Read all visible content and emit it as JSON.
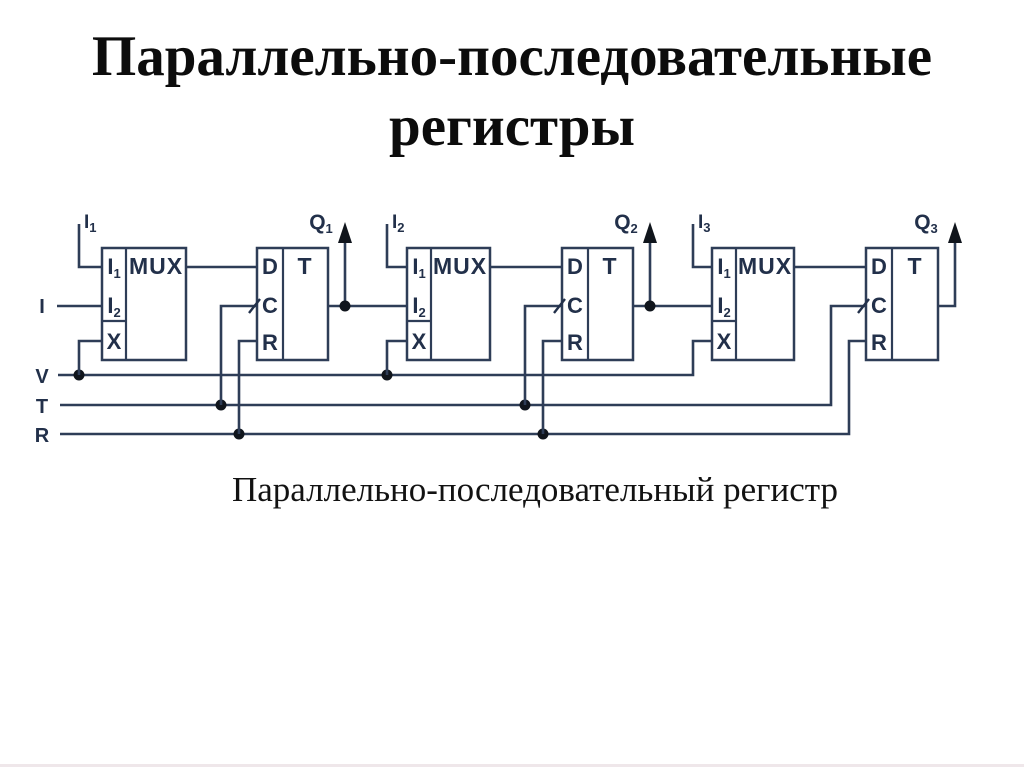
{
  "slide": {
    "title_line1": "Параллельно-последовательные",
    "title_line2": "регистры",
    "caption": "Параллельно-последовательный регистр"
  },
  "colors": {
    "background": "#ffffff",
    "wire": "#2e3d57",
    "block_border": "#2e3d57",
    "label_text": "#22304a",
    "title_text": "#0c0c0c",
    "node_dot": "#10151c",
    "arrow": "#10151c",
    "bottom_edge": "#efe7ea"
  },
  "diagram": {
    "serial_input_label": "I",
    "bus_labels": {
      "load": "V",
      "clock": "T",
      "reset": "R"
    },
    "stages": [
      {
        "parallel_input_base": "I",
        "parallel_input_sub": "1",
        "output_base": "Q",
        "output_sub": "1",
        "mux": {
          "name": "MUX",
          "port_i1_base": "I",
          "port_i1_sub": "1",
          "port_i2_base": "I",
          "port_i2_sub": "2",
          "port_select": "X"
        },
        "trigger": {
          "name": "T",
          "port_data": "D",
          "port_clock": "C",
          "port_reset": "R"
        }
      },
      {
        "parallel_input_base": "I",
        "parallel_input_sub": "2",
        "output_base": "Q",
        "output_sub": "2",
        "mux": {
          "name": "MUX",
          "port_i1_base": "I",
          "port_i1_sub": "1",
          "port_i2_base": "I",
          "port_i2_sub": "2",
          "port_select": "X"
        },
        "trigger": {
          "name": "T",
          "port_data": "D",
          "port_clock": "C",
          "port_reset": "R"
        }
      },
      {
        "parallel_input_base": "I",
        "parallel_input_sub": "3",
        "output_base": "Q",
        "output_sub": "3",
        "mux": {
          "name": "MUX",
          "port_i1_base": "I",
          "port_i1_sub": "1",
          "port_i2_base": "I",
          "port_i2_sub": "2",
          "port_select": "X"
        },
        "trigger": {
          "name": "T",
          "port_data": "D",
          "port_clock": "C",
          "port_reset": "R"
        }
      }
    ]
  }
}
